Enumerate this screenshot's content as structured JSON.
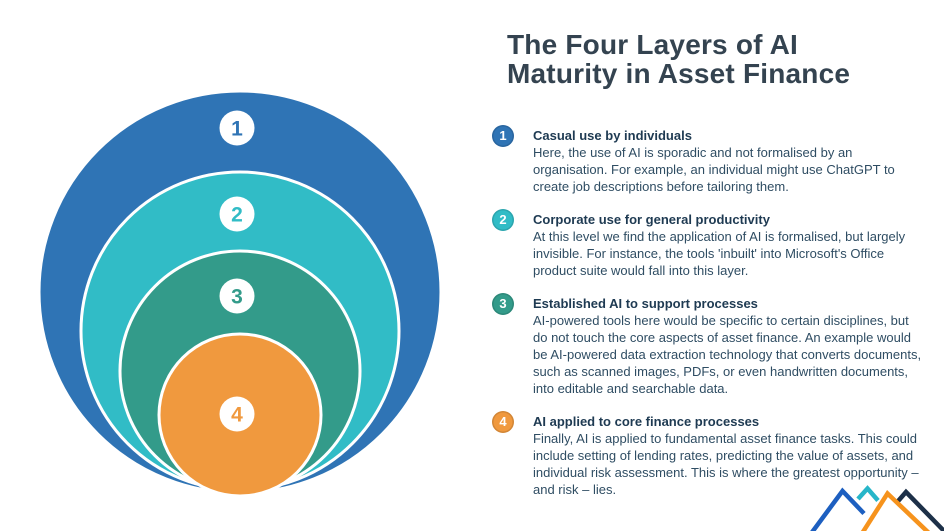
{
  "page": {
    "title": "The Four Layers of AI Maturity in Asset Finance"
  },
  "diagram": {
    "layers": [
      {
        "number": "1",
        "color": "#2f74b5"
      },
      {
        "number": "2",
        "color": "#31bcc6"
      },
      {
        "number": "3",
        "color": "#339b8a"
      },
      {
        "number": "4",
        "color": "#f0993e"
      }
    ]
  },
  "items": [
    {
      "number": "1",
      "color": "#2f74b5",
      "heading": "Casual use by individuals",
      "body": "Here, the use of AI is sporadic and not formalised by an organisation. For example, an individual might use ChatGPT to create job descriptions before tailoring them."
    },
    {
      "number": "2",
      "color": "#31bcc6",
      "heading": "Corporate use for general productivity",
      "body": "At this level we find the application of AI is formalised, but largely invisible. For instance, the tools 'inbuilt' into Microsoft's Office product suite would fall into this layer."
    },
    {
      "number": "3",
      "color": "#339b8a",
      "heading": "Established AI to support processes",
      "body": "AI-powered tools here would be specific to certain disciplines, but do not touch the core aspects of asset finance. An example would be AI-powered data extraction technology that converts documents, such as scanned images, PDFs, or even handwritten documents, into editable and searchable data."
    },
    {
      "number": "4",
      "color": "#f0993e",
      "heading": "AI applied to core finance processes",
      "body": "Finally, AI is applied to fundamental asset finance tasks. This could include setting of lending rates, predicting the value of assets, and individual risk assessment. This is where the greatest opportunity – and risk – lies."
    }
  ],
  "logo": {
    "colors": {
      "blue": "#1d5fc0",
      "cyan": "#27b6c9",
      "orange": "#f6931d",
      "navy": "#1d3048"
    }
  }
}
